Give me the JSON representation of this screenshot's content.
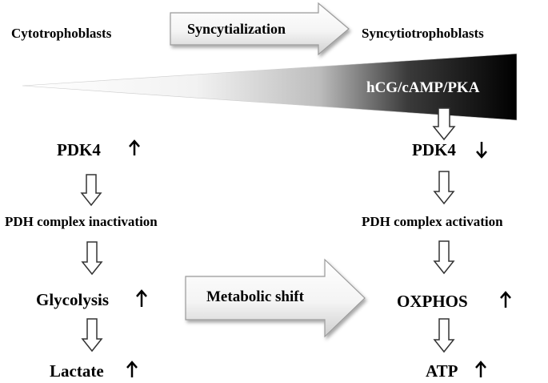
{
  "header": {
    "left_label": "Cytotrophoblasts",
    "process_label": "Syncytialization",
    "right_label": "Syncytiotrophoblasts"
  },
  "gradient": {
    "label": "hCG/cAMP/PKA",
    "start_color": "#ffffff",
    "end_color": "#000000"
  },
  "left_pathway": {
    "steps": [
      {
        "label": "PDK4",
        "trend": "up"
      },
      {
        "label": "PDH complex inactivation",
        "trend": ""
      },
      {
        "label": "Glycolysis",
        "trend": "up"
      },
      {
        "label": "Lactate",
        "trend": "up"
      }
    ]
  },
  "right_pathway": {
    "steps": [
      {
        "label": "PDK4",
        "trend": "down"
      },
      {
        "label": "PDH complex activation",
        "trend": ""
      },
      {
        "label": "OXPHOS",
        "trend": "up"
      },
      {
        "label": "ATP",
        "trend": "up"
      }
    ]
  },
  "shift": {
    "label": "Metabolic shift"
  }
}
